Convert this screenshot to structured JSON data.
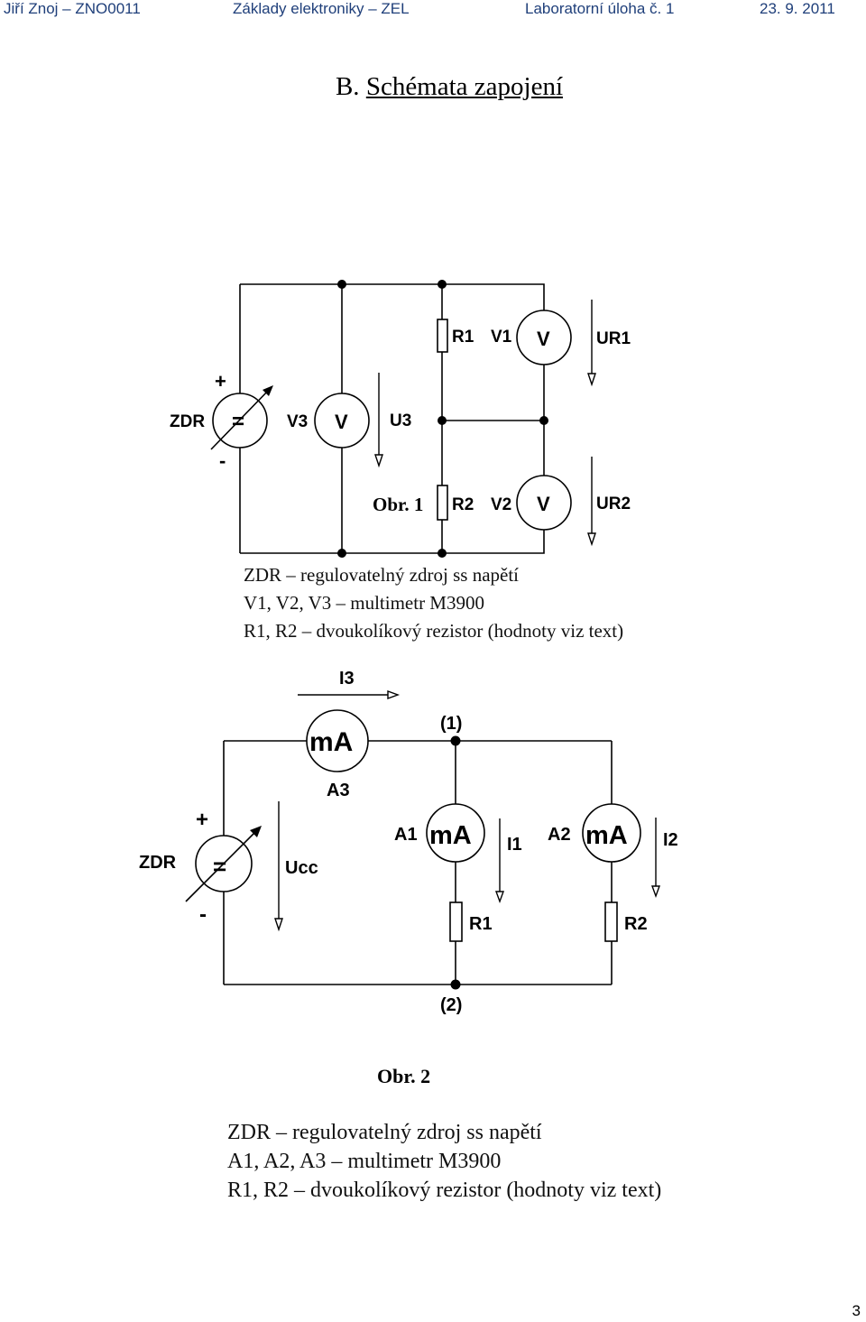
{
  "header": {
    "author": "Jiří Znoj – ZNO0011",
    "course": "Základy elektroniky – ZEL",
    "task": "Laboratorní úloha č. 1",
    "date": "23. 9. 2011"
  },
  "section": {
    "prefix": "B.",
    "title": "Schémata zapojení"
  },
  "figure1": {
    "caption": "Obr. 1",
    "labels": {
      "zdr": "ZDR",
      "plus": "+",
      "minus": "-",
      "v3": "V3",
      "v1": "V1",
      "v2": "V2",
      "volt": "V",
      "eq": "=",
      "u3": "U3",
      "r1": "R1",
      "r2": "R2",
      "ur1": "UR1",
      "ur2": "UR2"
    },
    "legend": [
      "ZDR – regulovatelný zdroj ss napětí",
      "V1, V2, V3 – multimetr M3900",
      "R1, R2 – dvoukolíkový rezistor (hodnoty viz text)"
    ]
  },
  "figure2": {
    "caption": "Obr. 2",
    "labels": {
      "zdr": "ZDR",
      "plus": "+",
      "minus": "-",
      "i3": "I3",
      "a3": "A3",
      "a1": "A1",
      "a2": "A2",
      "ma": "mA",
      "eq": "=",
      "i1": "I1",
      "i2": "I2",
      "ucc": "Ucc",
      "r1": "R1",
      "r2": "R2",
      "node1": "(1)",
      "node2": "(2)"
    },
    "legend": [
      "ZDR – regulovatelný zdroj ss napětí",
      "A1, A2, A3 – multimetr M3900",
      "R1, R2 – dvoukolíkový rezistor (hodnoty viz text)"
    ]
  },
  "page_number": "3"
}
